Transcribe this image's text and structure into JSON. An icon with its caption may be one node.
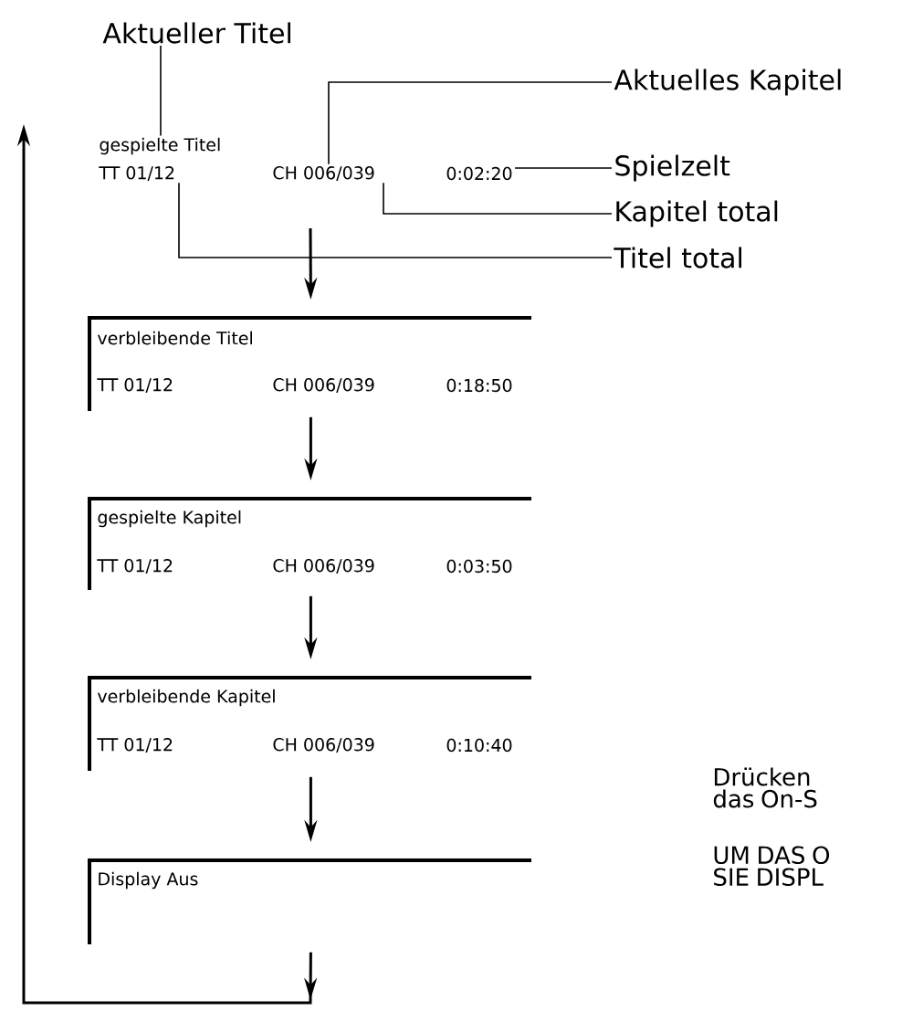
{
  "diagram": {
    "nodes": [
      {
        "text": [
          "Aktueller Titel"
        ]
      },
      {
        "text": [
          "Aktuelles Kapitel"
        ]
      },
      {
        "text": [
          "Spielzelt"
        ]
      },
      {
        "text": [
          "Kapitel total"
        ]
      },
      {
        "text": [
          "Titel total"
        ]
      },
      {
        "text": [
          "gespielte Titel"
        ]
      },
      {
        "text": [
          "TT 01/12"
        ]
      },
      {
        "text": [
          "CH 006/039"
        ]
      },
      {
        "text": [
          "0:02:20"
        ]
      },
      {
        "text": [
          "verbleibende Titel",
          "TT 01/12",
          "CH 006/039",
          "0:18:50"
        ]
      },
      {
        "text": [
          "gespielte Kapitel",
          "TT 01/12",
          "CH 006/039",
          "0:03:50"
        ]
      },
      {
        "text": [
          "verbleibende Kapitel",
          "TT 01/12",
          "CH 006/039",
          "0:10:40"
        ]
      },
      {
        "text": [
          "Display Aus"
        ]
      }
    ],
    "edges": [
      {
        "from": 0,
        "to": 5,
        "arrow": "none"
      },
      {
        "from": 1,
        "to": 7,
        "arrow": "none"
      },
      {
        "from": 2,
        "to": 8,
        "arrow": "none"
      },
      {
        "from": 3,
        "to": 7,
        "arrow": "none"
      },
      {
        "from": 4,
        "to": 6,
        "arrow": "none"
      },
      {
        "from": null,
        "to": 9,
        "arrow": "to"
      },
      {
        "from": 9,
        "to": 10,
        "arrow": "to"
      },
      {
        "from": 10,
        "to": 11,
        "arrow": "to"
      },
      {
        "from": 11,
        "to": 12,
        "arrow": "to"
      },
      {
        "from": 12,
        "to": null,
        "arrow": "to"
      }
    ],
    "labels": [
      "Drücken das On-S",
      "UM DAS O SIE DISPL"
    ]
  }
}
